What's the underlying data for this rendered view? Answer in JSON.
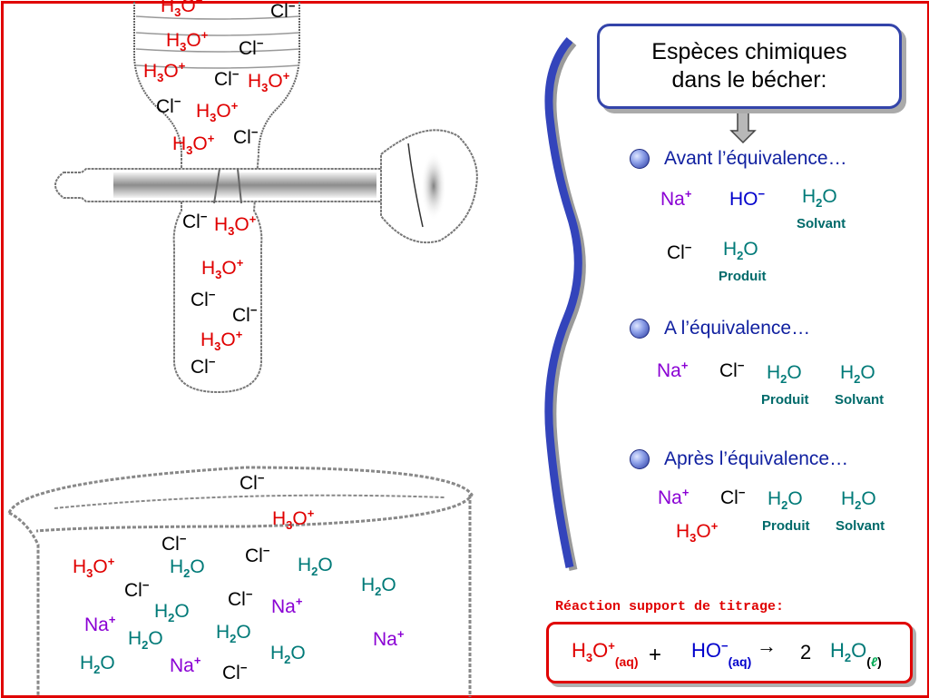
{
  "title": "Espèces chimiques dans le bécher:",
  "colors": {
    "frame": "#e00000",
    "h3o": "#e00000",
    "cl": "#000000",
    "h2o": "#007a78",
    "na": "#8a00d4",
    "ho": "#0000cc",
    "heading": "#1020a0"
  },
  "icons": [
    "burette-drawing",
    "beaker-drawing",
    "down-arrow-icon",
    "bullet-icon",
    "reaction-arrow-icon"
  ],
  "species": {
    "h3o": "H3O+",
    "cl": "Cl−",
    "h2o": "H2O",
    "na": "Na+",
    "ho": "HO−"
  },
  "sections": [
    {
      "heading": "Avant l’équivalence…",
      "species": [
        "Na+",
        "HO−",
        "H2O",
        "Cl−",
        "H2O"
      ],
      "notes": [
        "Solvant",
        "Produit"
      ]
    },
    {
      "heading": "A l’équivalence…",
      "species": [
        "Na+",
        "Cl−",
        "H2O",
        "H2O"
      ],
      "notes": [
        "Produit",
        "Solvant"
      ]
    },
    {
      "heading": "Après l’équivalence…",
      "species": [
        "Na+",
        "Cl−",
        "H2O",
        "H2O",
        "H3O+"
      ],
      "notes": [
        "Produit",
        "Solvant"
      ]
    }
  ],
  "reaction": {
    "label": "Réaction support de titrage:",
    "reactant1": "H3O+(aq)",
    "plus": "+",
    "reactant2": "HO−(aq)",
    "arrow": "→",
    "coefficient": "2",
    "product": "H2O(ℓ)"
  }
}
